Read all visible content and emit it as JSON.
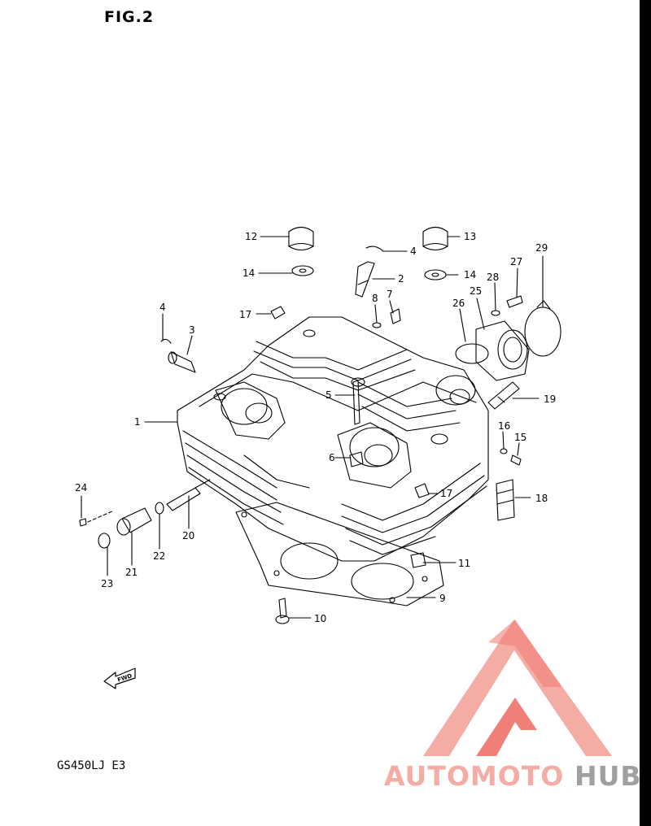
{
  "figure": {
    "title": "FIG.2",
    "model_code": "GS450LJ E3",
    "fwd_label": "FWD"
  },
  "callouts": [
    {
      "num": "1"
    },
    {
      "num": "2"
    },
    {
      "num": "3"
    },
    {
      "num": "4"
    },
    {
      "num": "4"
    },
    {
      "num": "5"
    },
    {
      "num": "6"
    },
    {
      "num": "7"
    },
    {
      "num": "8"
    },
    {
      "num": "9"
    },
    {
      "num": "10"
    },
    {
      "num": "11"
    },
    {
      "num": "12"
    },
    {
      "num": "13"
    },
    {
      "num": "14"
    },
    {
      "num": "14"
    },
    {
      "num": "15"
    },
    {
      "num": "16"
    },
    {
      "num": "17"
    },
    {
      "num": "17"
    },
    {
      "num": "18"
    },
    {
      "num": "19"
    },
    {
      "num": "20"
    },
    {
      "num": "21"
    },
    {
      "num": "22"
    },
    {
      "num": "23"
    },
    {
      "num": "24"
    },
    {
      "num": "25"
    },
    {
      "num": "26"
    },
    {
      "num": "27"
    },
    {
      "num": "28"
    },
    {
      "num": "29"
    }
  ],
  "watermark": {
    "text_part1": "AUTOMOTO",
    "text_part2": "HUB",
    "color_main": "#f4a8a0",
    "color_accent": "#f07a70",
    "color_grey": "#9b9b9b"
  },
  "colors": {
    "line": "#000000",
    "background": "#ffffff"
  }
}
